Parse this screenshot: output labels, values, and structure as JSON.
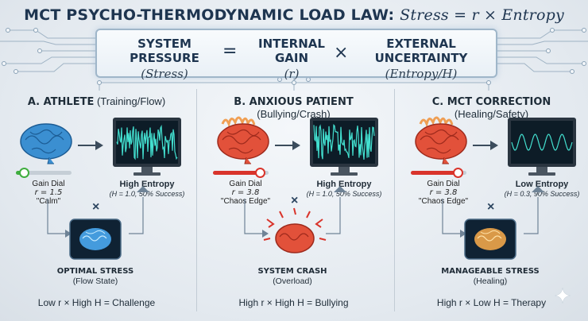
{
  "title": {
    "text": "MCT PSYCHO-THERMODYNAMIC LOAD LAW: ",
    "math": "Stress = r × Entropy"
  },
  "equation": {
    "term1": {
      "label": "SYSTEM PRESSURE",
      "sub": "(Stress)"
    },
    "eq_op": "=",
    "term2": {
      "label": "INTERNAL GAIN",
      "sub": "(r)"
    },
    "mul_op": "×",
    "term3": {
      "label": "EXTERNAL UNCERTAINTY",
      "sub": "(Entropy/H)"
    }
  },
  "panels": [
    {
      "letter_title": "A. ATHLETE",
      "paren": "(Training/Flow)",
      "dial": {
        "line1": "Gain Dial",
        "line2": "r = 1.5",
        "line3": "\"Calm\""
      },
      "monitor": {
        "title": "High Entropy",
        "sub": "(H = 1.0, 50% Success)"
      },
      "cross": "×",
      "outcome": {
        "title": "OPTIMAL STRESS",
        "sub": "(Flow State)"
      },
      "formula": "Low r × High H = Challenge",
      "brain_color": "#3b8fd1",
      "gain_level": 0.15
    },
    {
      "letter_title": "B. ANXIOUS PATIENT",
      "paren": "(Bullying/Crash)",
      "dial": {
        "line1": "Gain Dial",
        "line2": "r = 3.8",
        "line3": "\"Chaos Edge\""
      },
      "monitor": {
        "title": "High Entropy",
        "sub": "(H = 1.0, 50% Success)"
      },
      "cross": "×",
      "outcome": {
        "title": "SYSTEM CRASH",
        "sub": "(Overload)"
      },
      "formula": "High r × High H = Bullying",
      "brain_color": "#e2513a",
      "gain_level": 0.85
    },
    {
      "letter_title": "C. MCT CORRECTION",
      "paren": "(Healing/Safety)",
      "dial": {
        "line1": "Gain Dial",
        "line2": "r = 3.8",
        "line3": "\"Chaos Edge\""
      },
      "monitor": {
        "title": "Low Entropy",
        "sub": "(H = 0.3, 90% Success)"
      },
      "cross": "×",
      "outcome": {
        "title": "MANAGEABLE STRESS",
        "sub": "(Healing)"
      },
      "formula": "High r × Low H = Therapy",
      "brain_color": "#e2513a",
      "gain_level": 0.85
    }
  ],
  "colors": {
    "accent_blue": "#3b8fd1",
    "danger_red": "#d9342b",
    "title_navy": "#1e3550",
    "wave_cyan": "#43e0d0",
    "gain_green": "#3fae3f"
  },
  "icons": [
    "brain-icon",
    "monitor-icon",
    "arrow-icon",
    "sparkle-icon"
  ]
}
